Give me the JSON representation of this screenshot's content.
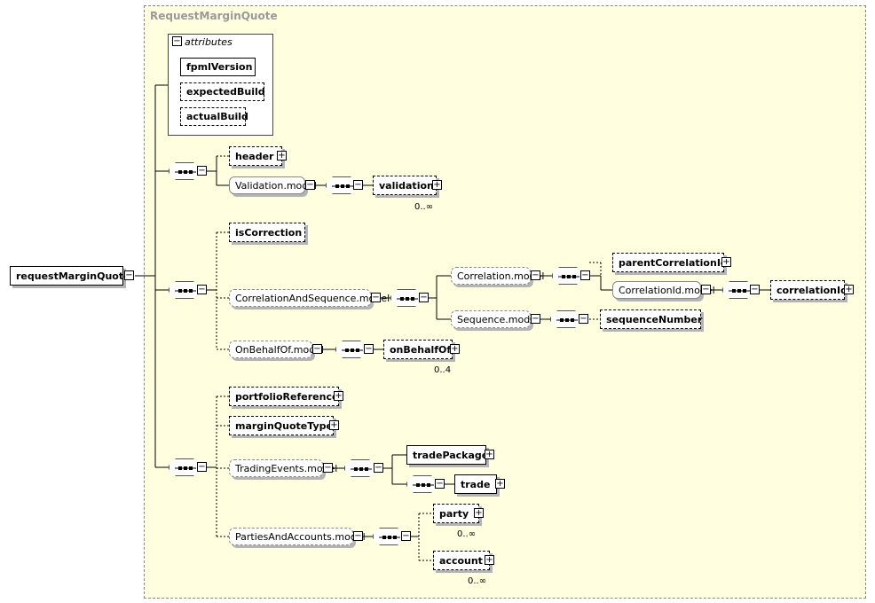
{
  "diagram": {
    "complex_type": "RequestMarginQuote",
    "root": "requestMarginQuote",
    "attributes_label": "attributes",
    "attributes": [
      "fpmlVersion",
      "expectedBuild",
      "actualBuild"
    ],
    "elements": {
      "header": "header",
      "validation_model": "Validation.model",
      "validation": "validation",
      "validation_occ": "0..∞",
      "is_correction": "isCorrection",
      "correlation_and_sequence_model": "CorrelationAndSequence.model",
      "correlation_model": "Correlation.model",
      "parent_correlation_id": "parentCorrelationId",
      "correlation_id_model": "CorrelationId.model",
      "correlation_id": "correlationId",
      "sequence_model": "Sequence.model",
      "sequence_number": "sequenceNumber",
      "on_behalf_of_model": "OnBehalfOf.model",
      "on_behalf_of": "onBehalfOf",
      "on_behalf_of_occ": "0..4",
      "portfolio_reference": "portfolioReference",
      "margin_quote_type": "marginQuoteType",
      "trading_events_model": "TradingEvents.model",
      "trade_package": "tradePackage",
      "trade": "trade",
      "parties_and_accounts_model": "PartiesAndAccounts.model",
      "party": "party",
      "party_occ": "0..∞",
      "account": "account",
      "account_occ": "0..∞"
    }
  }
}
